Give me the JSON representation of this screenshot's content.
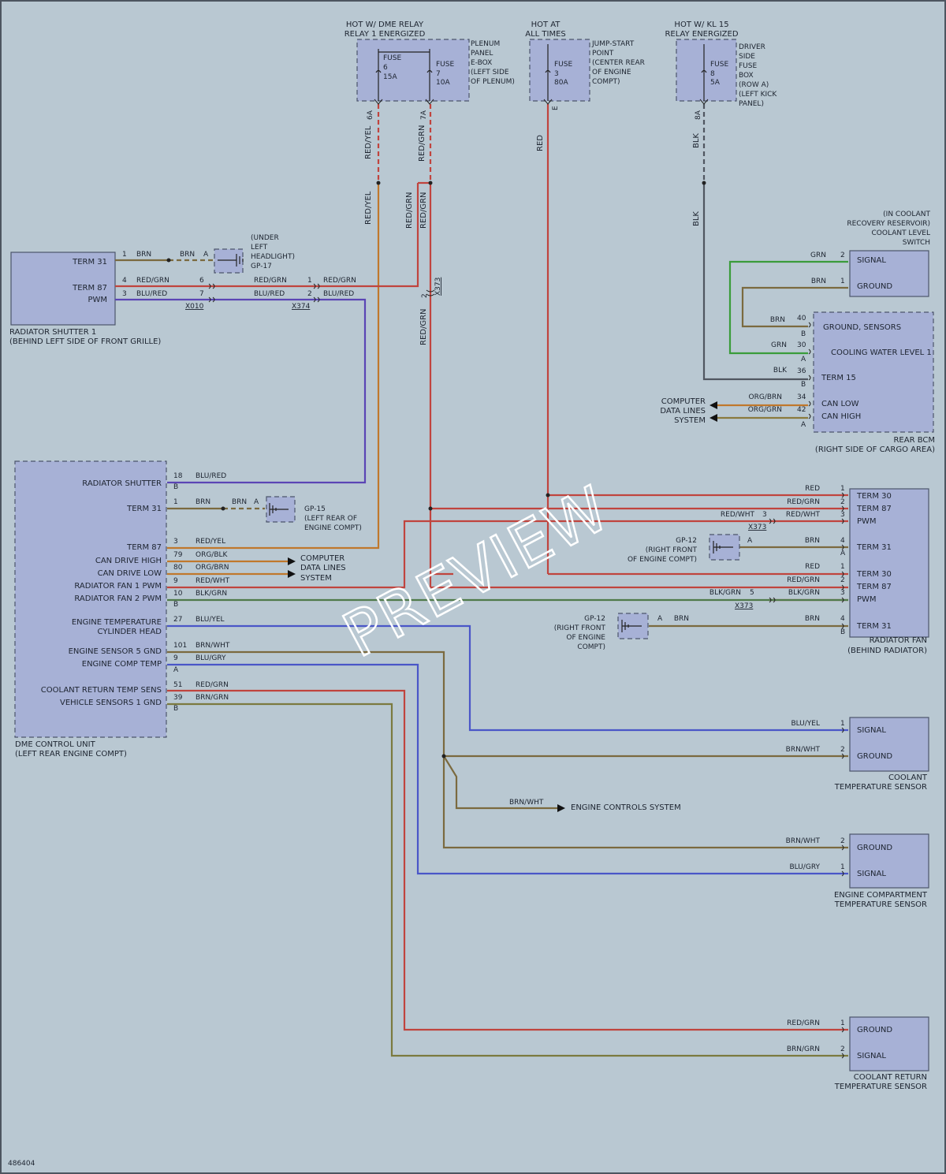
{
  "colors": {
    "red": "#c0443e",
    "org": "#c0782c",
    "grn": "#3a9c3a",
    "brn": "#7b6a3f",
    "blu": "#4a56c8",
    "blk": "#505660",
    "pur": "#5b45b5",
    "component": "#a7b1d6",
    "background": "#b9c8d2"
  },
  "figure_id": "486404",
  "watermark": "PREVIEW",
  "top": {
    "hot_dme_1": "HOT W/ DME RELAY",
    "hot_dme_2": "RELAY 1 ENERGIZED",
    "fuse_label": "FUSE",
    "fuse6_num": "6",
    "fuse6_amp": "15A",
    "fuse7_num": "7",
    "fuse7_amp": "10A",
    "plenum_1": "PLENUM",
    "plenum_2": "PANEL",
    "plenum_3": "E-BOX",
    "plenum_4": "(LEFT SIDE",
    "plenum_5": "OF PLENUM)",
    "hot_all_1": "HOT AT",
    "hot_all_2": "ALL TIMES",
    "fuse3_num": "3",
    "fuse3_amp": "80A",
    "jump_1": "JUMP-START",
    "jump_2": "POINT",
    "jump_3": "(CENTER REAR",
    "jump_4": "OF ENGINE",
    "jump_5": "COMPT)",
    "hot_kl15_1": "HOT W/ KL 15",
    "hot_kl15_2": "RELAY ENERGIZED",
    "fuse8_num": "8",
    "fuse8_amp": "5A",
    "driver_1": "DRIVER",
    "driver_2": "SIDE",
    "driver_3": "FUSE",
    "driver_4": "BOX",
    "driver_5": "(ROW A)",
    "driver_6": "(LEFT KICK",
    "driver_7": "PANEL)",
    "pin_6a": "6A",
    "pin_7a": "7A",
    "pin_e": "E",
    "pin_8a": "8A"
  },
  "wires": {
    "red_yel": "RED/YEL",
    "red_grn": "RED/GRN",
    "red": "RED",
    "blk": "BLK",
    "brn": "BRN",
    "grn": "GRN",
    "blu_red": "BLU/RED",
    "org_blk": "ORG/BLK",
    "org_brn": "ORG/BRN",
    "org_grn": "ORG/GRN",
    "red_wht": "RED/WHT",
    "blk_grn": "BLK/GRN",
    "blu_yel": "BLU/YEL",
    "brn_wht": "BRN/WHT",
    "blu_gry": "BLU/GRY",
    "brn_grn": "BRN/GRN"
  },
  "connectors": {
    "x010": "X010",
    "x374": "X374",
    "x373": "X373"
  },
  "radiator_shutter": {
    "term31": "TERM 31",
    "term87": "TERM 87",
    "pwm": "PWM",
    "name": "RADIATOR SHUTTER 1",
    "location": "(BEHIND LEFT SIDE OF FRONT GRILLE)",
    "pin1": "1",
    "pin4": "4",
    "pin3": "3",
    "pin6": "6",
    "pin7": "7",
    "pin1b": "1",
    "pin2": "2",
    "gp17_pin": "A",
    "gp17_1": "(UNDER",
    "gp17_2": "LEFT",
    "gp17_3": "HEADLIGHT)",
    "gp17_4": "GP-17"
  },
  "coolant_level": {
    "l1": "(IN COOLANT",
    "l2": "RECOVERY RESERVOIR)",
    "l3": "COOLANT LEVEL",
    "l4": "SWITCH",
    "signal": "SIGNAL",
    "ground": "GROUND",
    "pin2": "2",
    "pin1": "1"
  },
  "rear_bcm": {
    "ground_sensors": "GROUND, SENSORS",
    "cooling_water": "COOLING WATER LEVEL 1",
    "term15": "TERM 15",
    "can_low": "CAN LOW",
    "can_high": "CAN HIGH",
    "name": "REAR BCM",
    "location": "(RIGHT SIDE OF CARGO AREA)",
    "pin40": "40",
    "pin30": "30",
    "pin36": "36",
    "pin34": "34",
    "pin42": "42",
    "conn_b1": "B",
    "conn_a1": "A",
    "conn_b2": "B",
    "conn_a2": "A",
    "computer_1": "COMPUTER",
    "computer_2": "DATA LINES",
    "computer_3": "SYSTEM"
  },
  "dme": {
    "radiator_shutter": "RADIATOR SHUTTER",
    "term31": "TERM 31",
    "term87": "TERM 87",
    "can_high": "CAN DRIVE HIGH",
    "can_low": "CAN DRIVE LOW",
    "fan1": "RADIATOR FAN 1 PWM",
    "fan2": "RADIATOR FAN 2 PWM",
    "eng_temp_1": "ENGINE TEMPERATURE",
    "eng_temp_2": "CYLINDER HEAD",
    "sensor5": "ENGINE SENSOR 5 GND",
    "comp_temp": "ENGINE COMP TEMP",
    "coolant_return": "COOLANT RETURN TEMP SENS",
    "vehicle_gnd": "VEHICLE SENSORS 1 GND",
    "name": "DME CONTROL UNIT",
    "location": "(LEFT REAR ENGINE COMPT)",
    "p18": "18",
    "p1": "1",
    "p3": "3",
    "p79": "79",
    "p80": "80",
    "p9a": "9",
    "p10": "10",
    "p27": "27",
    "p101": "101",
    "p9b": "9",
    "p51": "51",
    "p39": "39",
    "cb1": "B",
    "cb2": "B",
    "ca": "A",
    "cb3": "B",
    "gp15_pin": "A",
    "gp15_1": "GP-15",
    "gp15_2": "(LEFT REAR OF",
    "gp15_3": "ENGINE COMPT)",
    "computer_1": "COMPUTER",
    "computer_2": "DATA LINES",
    "computer_3": "SYSTEM"
  },
  "fan": {
    "term30": "TERM 30",
    "term87": "TERM 87",
    "pwm": "PWM",
    "term31": "TERM 31",
    "name": "RADIATOR FAN",
    "location": "(BEHIND RADIATOR)",
    "p1": "1",
    "p2": "2",
    "p3": "3",
    "p4": "4",
    "p1b": "1",
    "p2b": "2",
    "p3b": "3",
    "p4b": "4",
    "ca": "A",
    "cb": "B",
    "x3": "3",
    "x5": "5",
    "gp12a_pin": "A",
    "gp12a_1": "GP-12",
    "gp12a_2": "(RIGHT FRONT",
    "gp12a_3": "OF ENGINE COMPT)",
    "gp12b_pin": "A",
    "gp12b_1": "GP-12",
    "gp12b_2": "(RIGHT FRONT",
    "gp12b_3": "OF ENGINE",
    "gp12b_4": "COMPT)"
  },
  "sensors": {
    "signal": "SIGNAL",
    "ground": "GROUND",
    "p1": "1",
    "p2": "2",
    "coolant_temp_1": "COOLANT",
    "coolant_temp_2": "TEMPERATURE SENSOR",
    "engine_controls": "ENGINE CONTROLS SYSTEM",
    "eng_comp_1": "ENGINE COMPARTMENT",
    "eng_comp_2": "TEMPERATURE SENSOR",
    "return_1": "COOLANT RETURN",
    "return_2": "TEMPERATURE SENSOR"
  }
}
